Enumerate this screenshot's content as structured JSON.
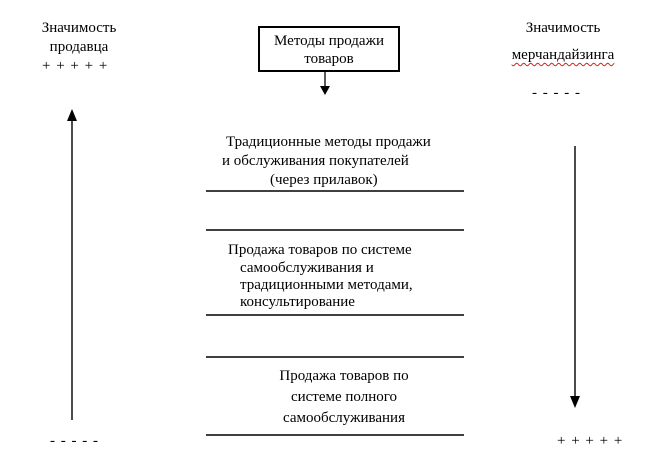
{
  "left": {
    "title_lines": [
      "Значимость",
      "продавца"
    ],
    "top_marks": "+ + + + +",
    "bottom_marks": "- - - - -"
  },
  "right": {
    "title_lines": [
      "Значимость",
      "мерчандайзинга"
    ],
    "top_marks": "- - - - -",
    "bottom_marks": "+ + + + +"
  },
  "header_box": {
    "lines": [
      "Методы продажи",
      "товаров"
    ]
  },
  "methods": [
    {
      "lines": [
        "Традиционные методы продажи",
        "и обслуживания покупателей",
        "(через прилавок)"
      ]
    },
    {
      "lines": [
        "Продажа товаров по системе",
        "самообслуживания и",
        "традиционными методами,",
        "консультирование"
      ]
    },
    {
      "lines": [
        "Продажа товаров по",
        "системе полного",
        "самообслуживания"
      ]
    }
  ]
}
